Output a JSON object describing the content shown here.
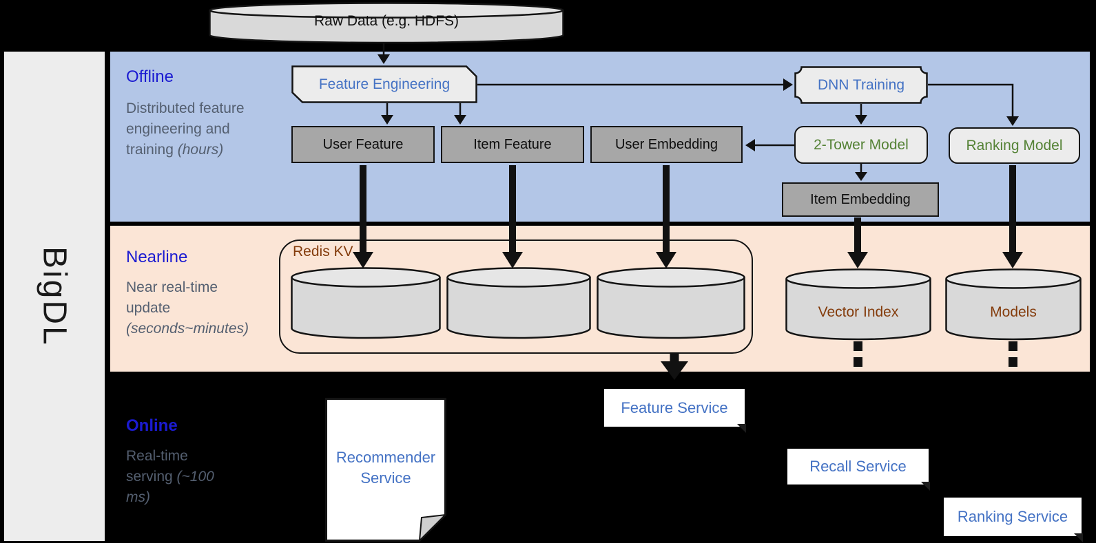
{
  "brand": {
    "label": "BigDL"
  },
  "raw_data": {
    "label": "Raw Data (e.g. HDFS)"
  },
  "offline": {
    "title": "Offline",
    "description": "Distributed feature engineering and training",
    "duration": "(hours)",
    "feature_engineering": "Feature Engineering",
    "dnn_training": "DNN Training",
    "user_feature": "User Feature",
    "item_feature": "Item Feature",
    "user_embedding": "User Embedding",
    "two_tower_model": "2-Tower Model",
    "ranking_model": "Ranking Model",
    "item_embedding": "Item Embedding"
  },
  "nearline": {
    "title": "Nearline",
    "description": "Near real-time update",
    "duration": "(seconds~minutes)",
    "redis_kv": "Redis KV",
    "vector_index": "Vector Index",
    "models": "Models"
  },
  "online": {
    "title": "Online",
    "description": "Real-time serving",
    "duration": "(~100 ms)",
    "recommender_service": "Recommender Service",
    "feature_service": "Feature Service",
    "recall_service": "Recall Service",
    "ranking_service": "Ranking Service"
  },
  "colors": {
    "offline_band": "#b3c6e7",
    "nearline_band": "#fbe5d6",
    "online_background": "#000000",
    "section_title": "#1b1bd1",
    "description_text": "#545f70",
    "service_text": "#4472c4",
    "model_text": "#548235",
    "storage_text": "#843c0c",
    "box_gray": "#a7a7a7",
    "box_light": "#ececec"
  }
}
